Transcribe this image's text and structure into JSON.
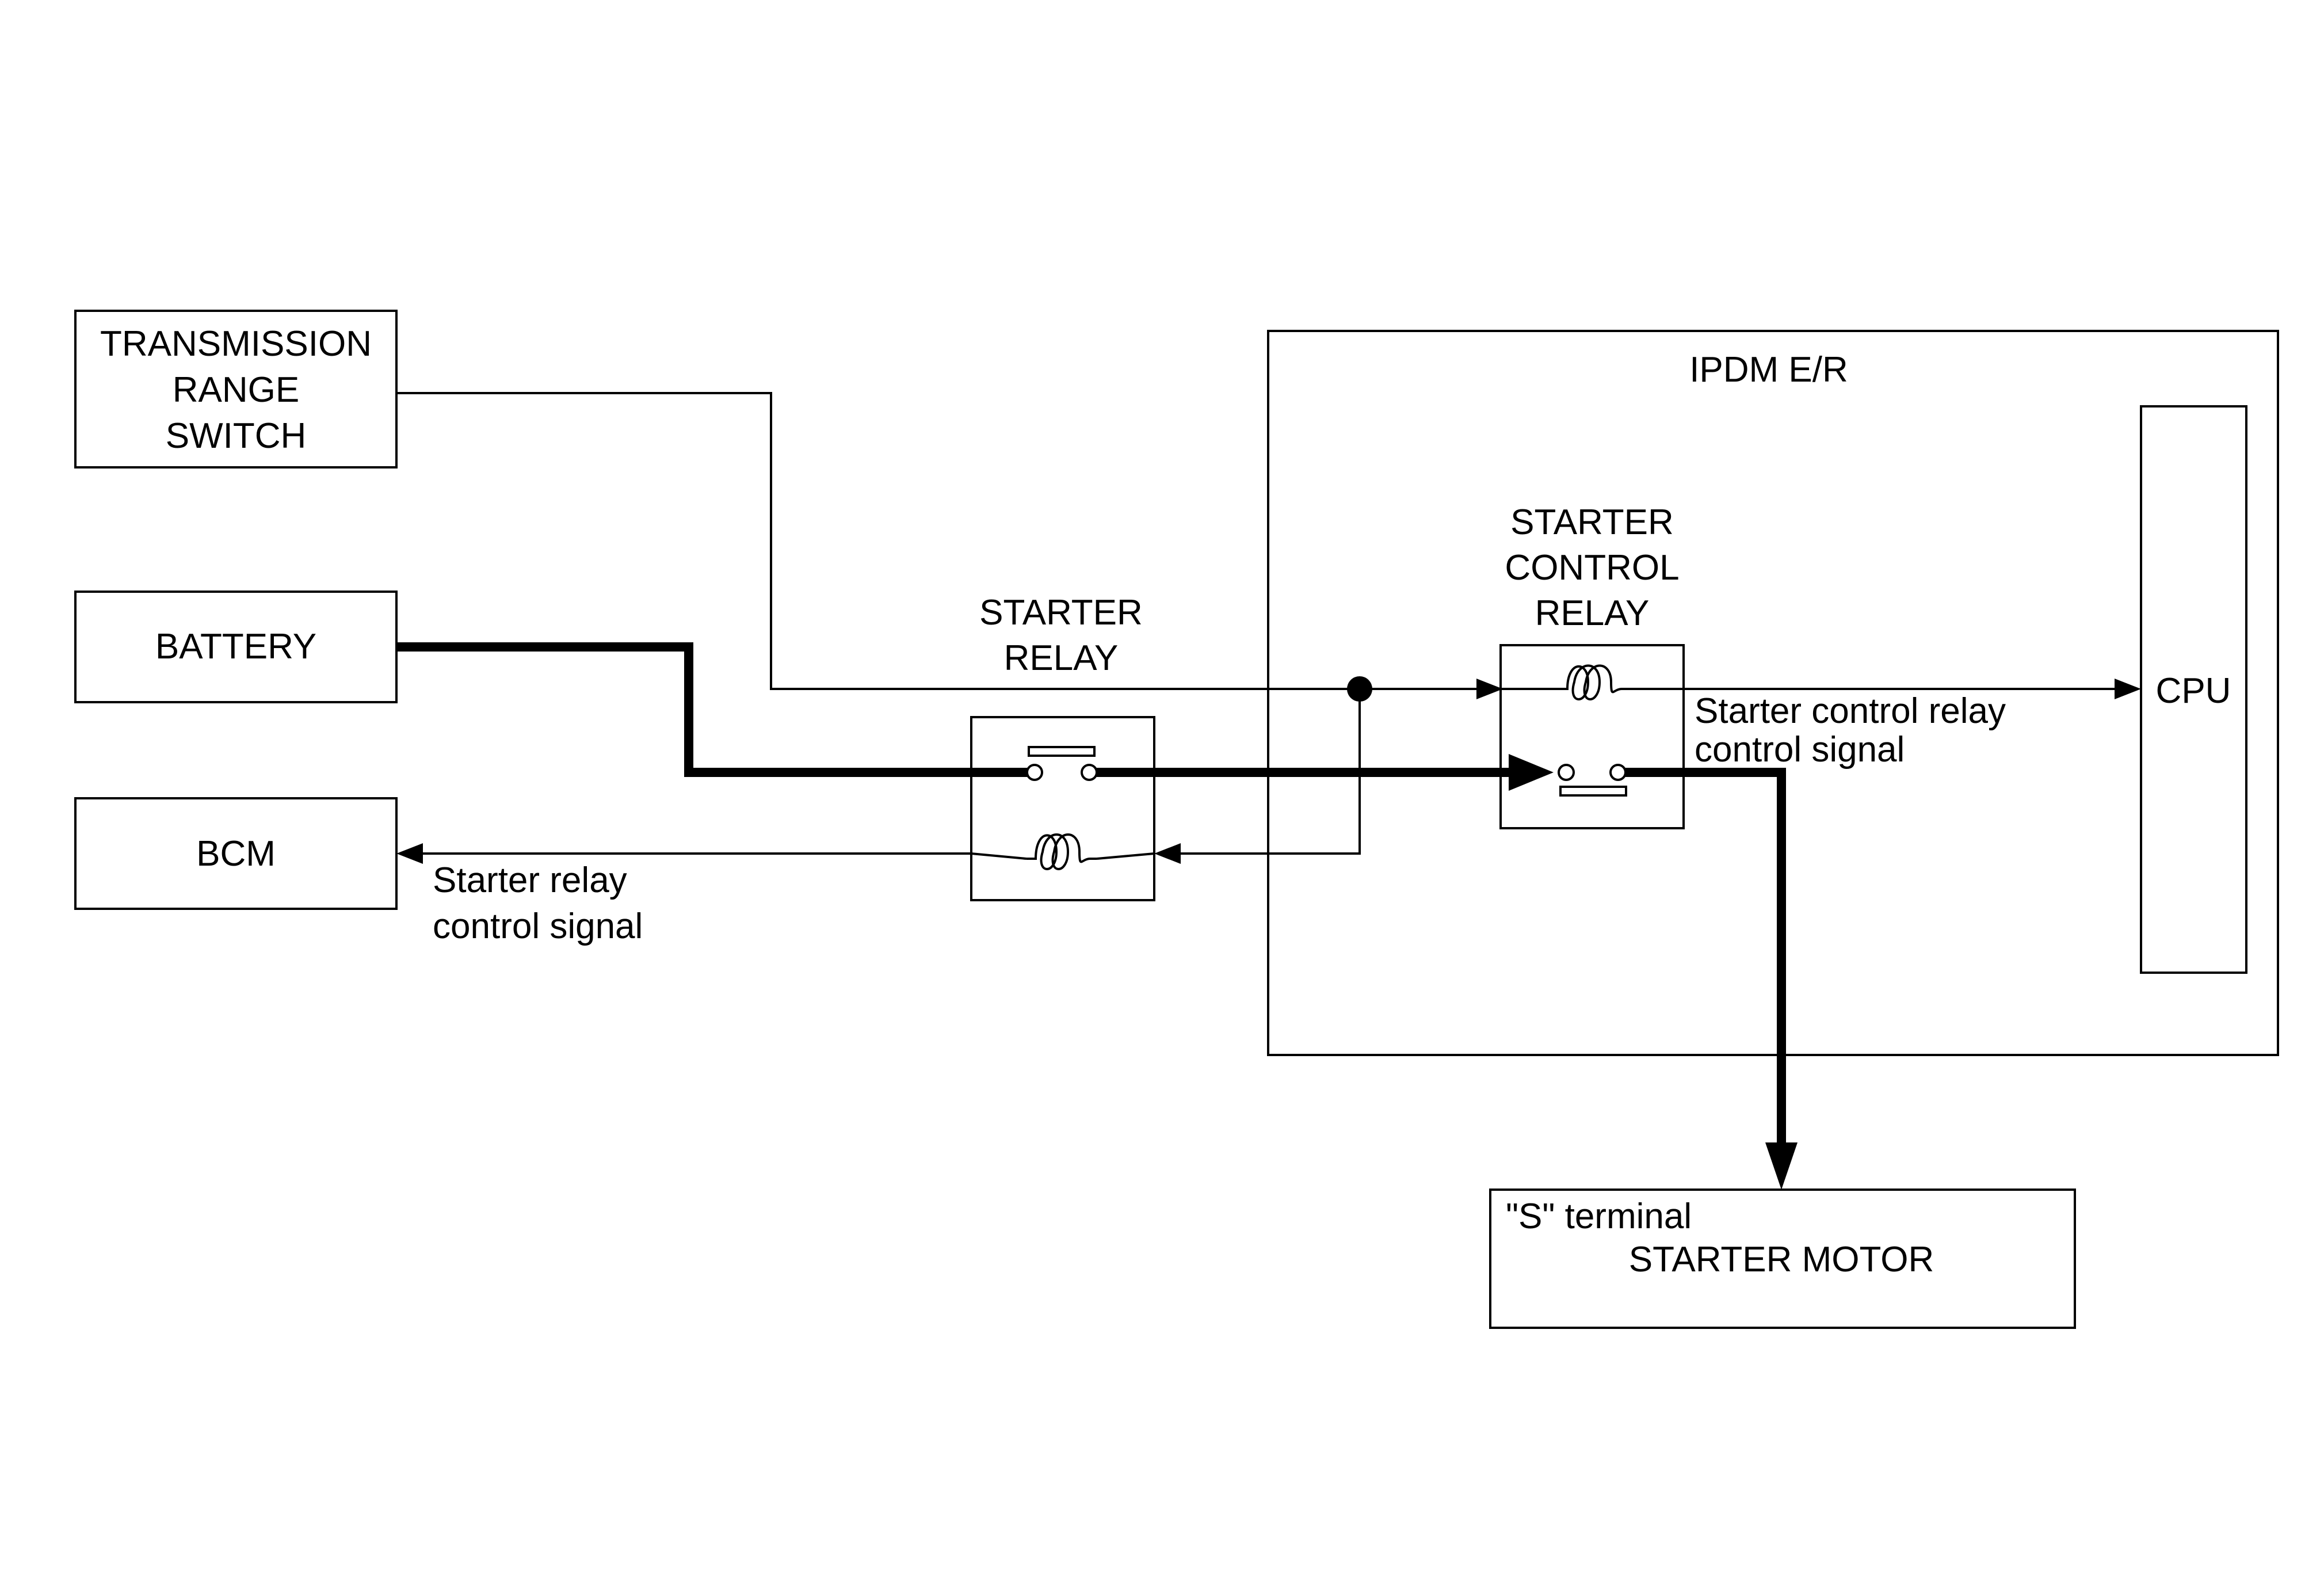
{
  "components": {
    "transmission_range_switch": [
      "TRANSMISSION",
      "RANGE",
      "SWITCH"
    ],
    "battery": "BATTERY",
    "bcm": "BCM",
    "starter_relay": [
      "STARTER",
      "RELAY"
    ],
    "ipdm": "IPDM E/R",
    "starter_control_relay": [
      "STARTER",
      "CONTROL",
      "RELAY"
    ],
    "cpu": "CPU",
    "starter_motor": {
      "terminal": "\"S\" terminal",
      "name": "STARTER MOTOR"
    }
  },
  "signals": {
    "starter_relay_control": [
      "Starter relay",
      "control signal"
    ],
    "starter_control_relay_control": [
      "Starter control relay",
      "control signal"
    ]
  },
  "colors": {
    "line": "#000000",
    "background": "#ffffff"
  }
}
